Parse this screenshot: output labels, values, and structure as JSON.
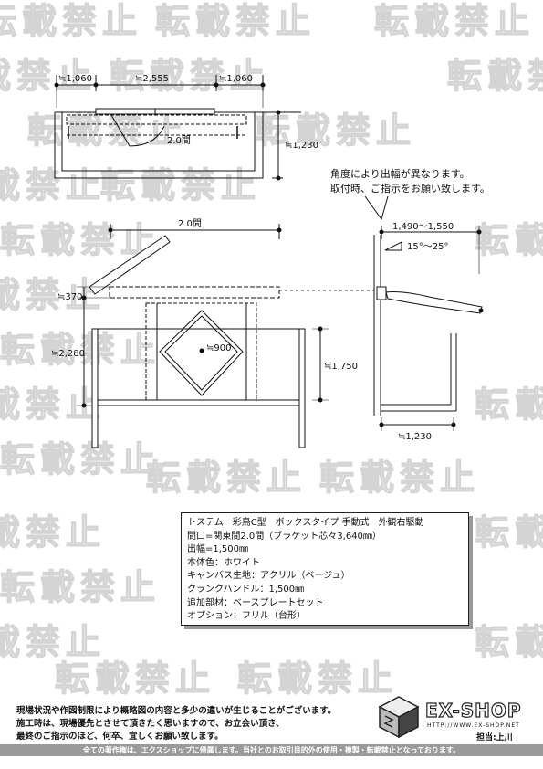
{
  "watermark": "転載禁止",
  "top_view": {
    "dim_left": "≒1,060",
    "dim_center": "≒2,555",
    "dim_right": "≒1,060",
    "span_label": "2.0間",
    "height": "≒1,230"
  },
  "callout": {
    "line1": "角度により出幅が異なります。",
    "line2": "取付時、ご指示をお願い致します。"
  },
  "front_view": {
    "span_label": "2.0間",
    "awning_depth": "≒370",
    "total_height": "≒2,280",
    "window_width": "≒900",
    "window_height": "≒1,750"
  },
  "side_view": {
    "projection": "1,490～1,550",
    "angle": "15°～25°",
    "base_width": "≒1,230"
  },
  "spec": [
    "トステム　彩鳥C型　ボックスタイプ 手動式　外観右駆動",
    "間口=関東間2.0間（ブラケット芯々3,640㎜）",
    "出幅=1,500㎜",
    "本体色：ホワイト",
    "キャンバス生地：アクリル（ベージュ）",
    "クランクハンドル：1,500㎜",
    "追加部材：ベースプレートセット",
    "オプション：フリル（台形）"
  ],
  "disclaimer": [
    "現場状況や作図制限により概略図の内容と多少の違いが生じることがございます。",
    "施工時は、現場優先とさせて頂きたく思いますので、お立会い頂き、",
    "最終のご指示のほど、何卒、宜しくお願い致します。"
  ],
  "logo": {
    "name": "EX-SHOP",
    "url": "HTTP://WWW.EX-SHOP.NET",
    "staff": "担当:上川"
  },
  "footer": "全ての著作権は、エクスショップに帰属します。当社とのお取引目的外の使用・複製・転載禁止となっております。"
}
